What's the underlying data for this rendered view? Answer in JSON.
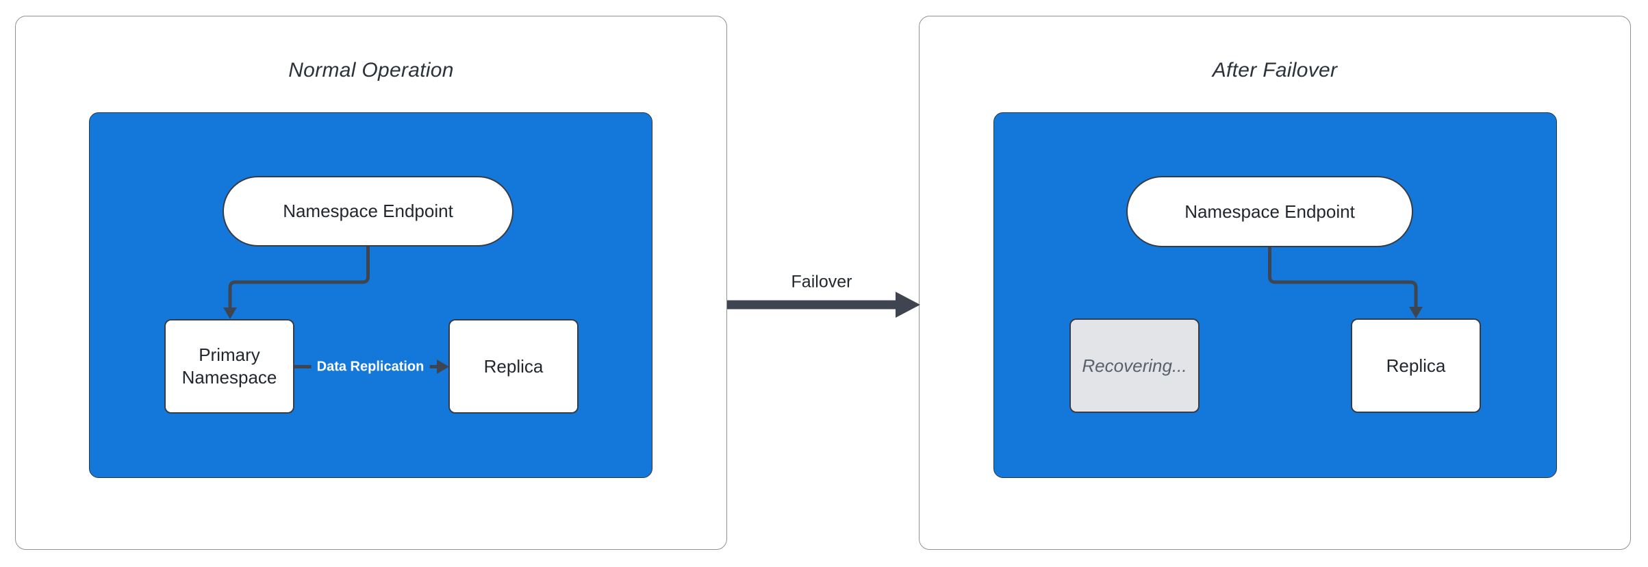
{
  "diagram": {
    "left_panel": {
      "title": "Normal Operation",
      "endpoint_label": "Namespace Endpoint",
      "primary_label": "Primary Namespace",
      "replica_label": "Replica",
      "replication_edge_label": "Data Replication"
    },
    "right_panel": {
      "title": "After Failover",
      "endpoint_label": "Namespace Endpoint",
      "recovering_label": "Recovering...",
      "replica_label": "Replica"
    },
    "failover_edge_label": "Failover",
    "colors": {
      "container_blue": "#1478db",
      "edge_dark": "#3e4550",
      "node_border": "#363c46",
      "recovering_fill": "#e2e4e8",
      "recovering_text": "#5a616b",
      "panel_border": "#8f9194",
      "node_text": "#22272e",
      "title_text": "#2b323a"
    }
  }
}
